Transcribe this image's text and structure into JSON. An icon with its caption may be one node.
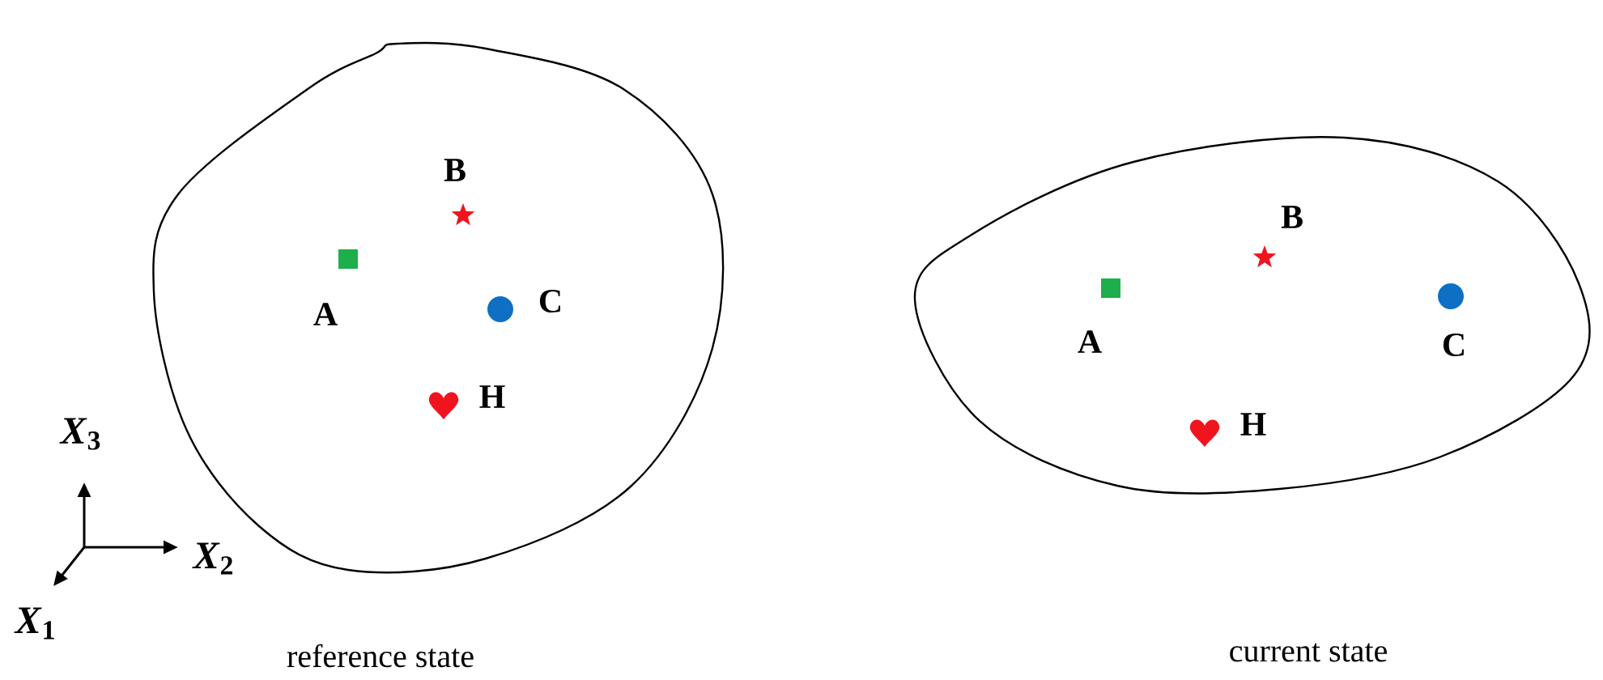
{
  "diagram": {
    "nodes": [
      {
        "text": [],
        "shape": "blob"
      },
      {
        "text": [],
        "shape": "blob"
      }
    ],
    "labels": [
      "B",
      "A",
      "C",
      "H",
      "B",
      "A",
      "C",
      "H",
      "*X*$_{3}$",
      "*X*$_{2}$",
      "*X*$_{1}$",
      "reference state",
      "current state"
    ]
  }
}
